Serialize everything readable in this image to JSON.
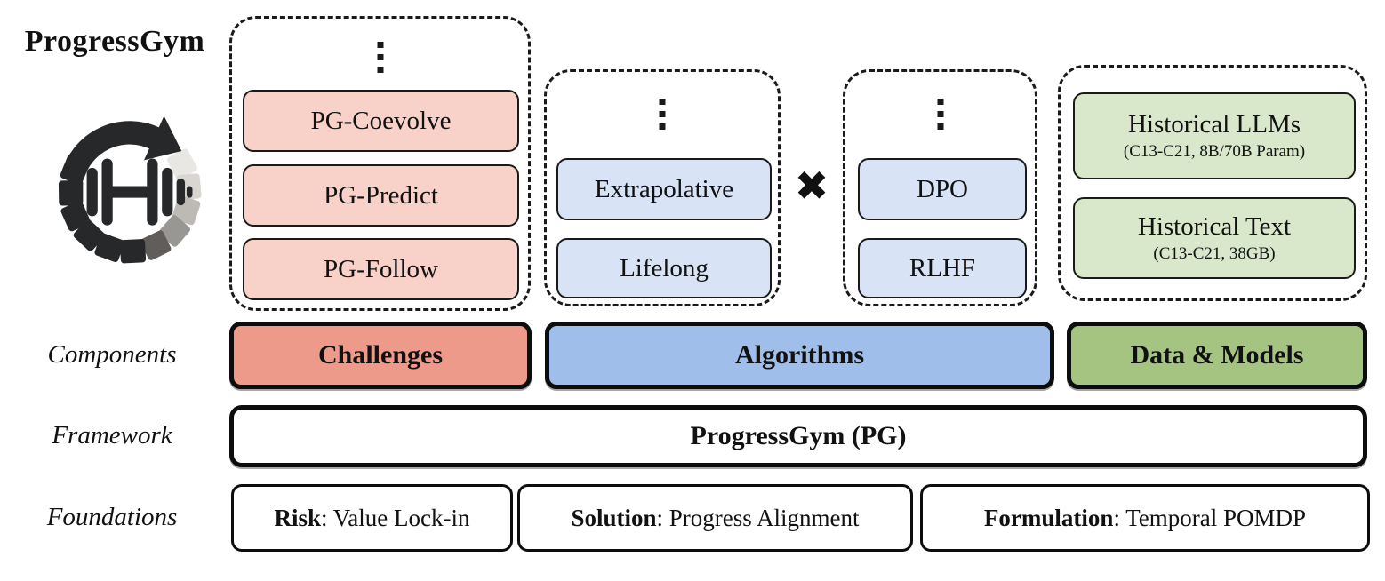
{
  "brand": {
    "title": "ProgressGym",
    "logo_icon": "circular-progress-arrow-dumbbell"
  },
  "row_labels": {
    "components": "Components",
    "framework": "Framework",
    "foundations": "Foundations"
  },
  "challenges_group": {
    "ellipsis_icon": "vertical-ellipsis",
    "items": [
      "PG-Coevolve",
      "PG-Predict",
      "PG-Follow"
    ]
  },
  "algorithms_group": {
    "paradigms_ellipsis_icon": "vertical-ellipsis",
    "paradigms": [
      "Extrapolative",
      "Lifelong"
    ],
    "operator": "✖",
    "methods_ellipsis_icon": "vertical-ellipsis",
    "methods": [
      "DPO",
      "RLHF"
    ]
  },
  "data_models_group": {
    "items": [
      {
        "title": "Historical LLMs",
        "subtitle": "(C13-C21, 8B/70B Param)"
      },
      {
        "title": "Historical Text",
        "subtitle": "(C13-C21, 38GB)"
      }
    ]
  },
  "components_row": {
    "challenges": "Challenges",
    "algorithms": "Algorithms",
    "data_models": "Data & Models"
  },
  "framework_row": {
    "label": "ProgressGym (PG)"
  },
  "foundations_row": {
    "items": [
      {
        "term": "Risk",
        "desc": ": Value Lock-in"
      },
      {
        "term": "Solution",
        "desc": ": Progress Alignment"
      },
      {
        "term": "Formulation",
        "desc": ": Temporal POMDP"
      }
    ]
  },
  "colors": {
    "challenge_light": "#f8d2c8",
    "challenge_accent": "#ee9a8a",
    "algorithm_light": "#d8e4f6",
    "algorithm_accent": "#9fbee9",
    "data_light": "#d9e7cb",
    "data_accent": "#a6c481",
    "outline": "#111111"
  }
}
